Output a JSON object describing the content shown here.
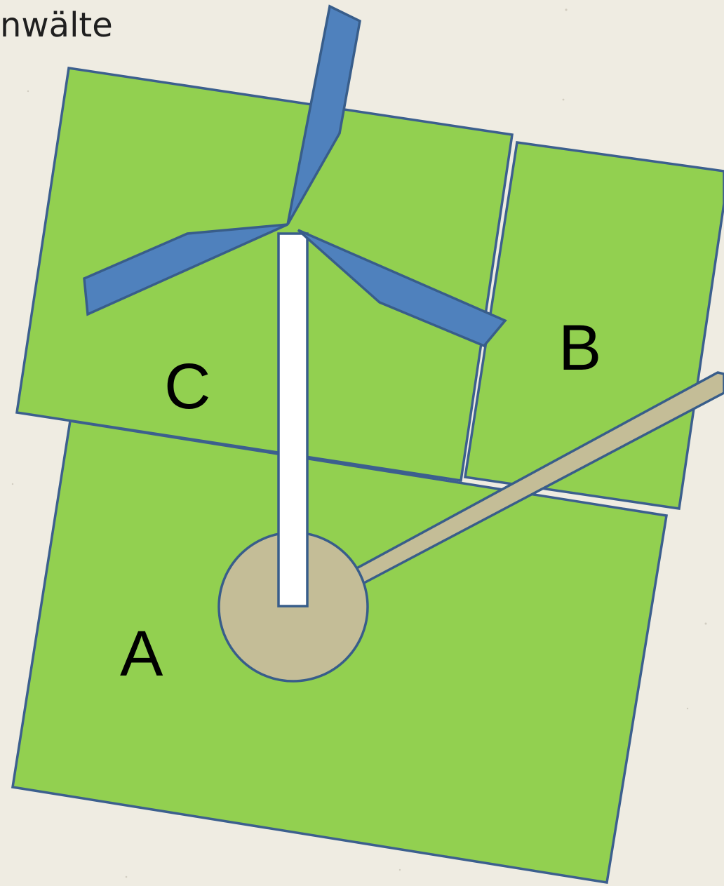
{
  "slide": {
    "title_fragment": "nwälte"
  },
  "diagram": {
    "parcels": [
      {
        "id": "A",
        "label": "A"
      },
      {
        "id": "B",
        "label": "B"
      },
      {
        "id": "C",
        "label": "C"
      }
    ],
    "turbine": {
      "blade_count": 3
    },
    "colors": {
      "background": "#efece2",
      "parcel_fill": "#92d050",
      "outline": "#385d8a",
      "blade_fill": "#4f81bd",
      "tower_fill": "#ffffff",
      "foundation_fill": "#c4bd97",
      "road_fill": "#c4bd97"
    }
  }
}
